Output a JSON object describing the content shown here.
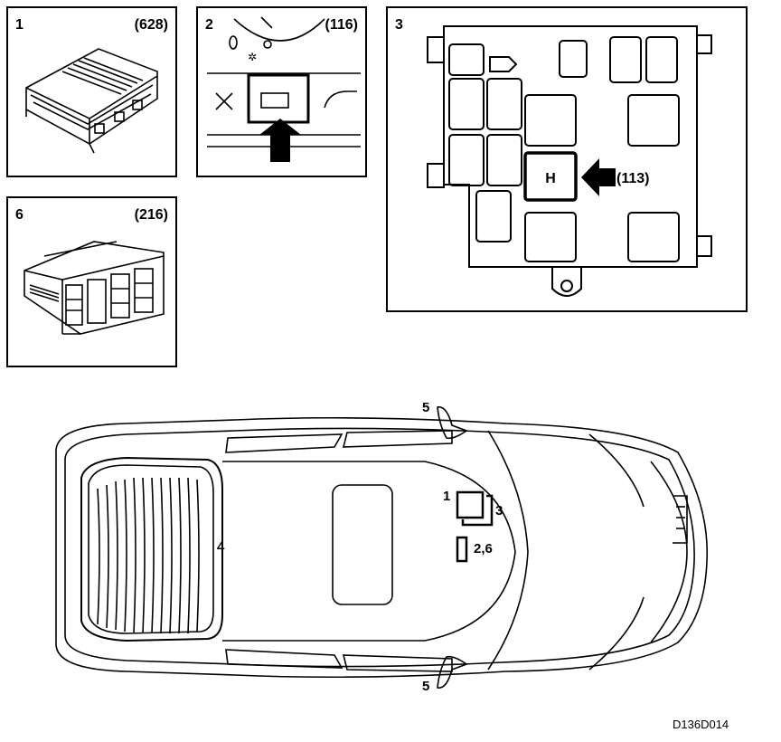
{
  "panels": [
    {
      "number": "1",
      "ref": "(628)"
    },
    {
      "number": "2",
      "ref": "(116)"
    },
    {
      "number": "3",
      "ref": "(113)",
      "fuse_label": "H"
    },
    {
      "number": "6",
      "ref": "(216)"
    }
  ],
  "car_labels": {
    "mirror_top": "5",
    "mirror_bottom": "5",
    "rear_window": "4",
    "module_1": "1",
    "module_3": "3",
    "module_2_6": "2,6"
  },
  "figure_code": "D136D014"
}
